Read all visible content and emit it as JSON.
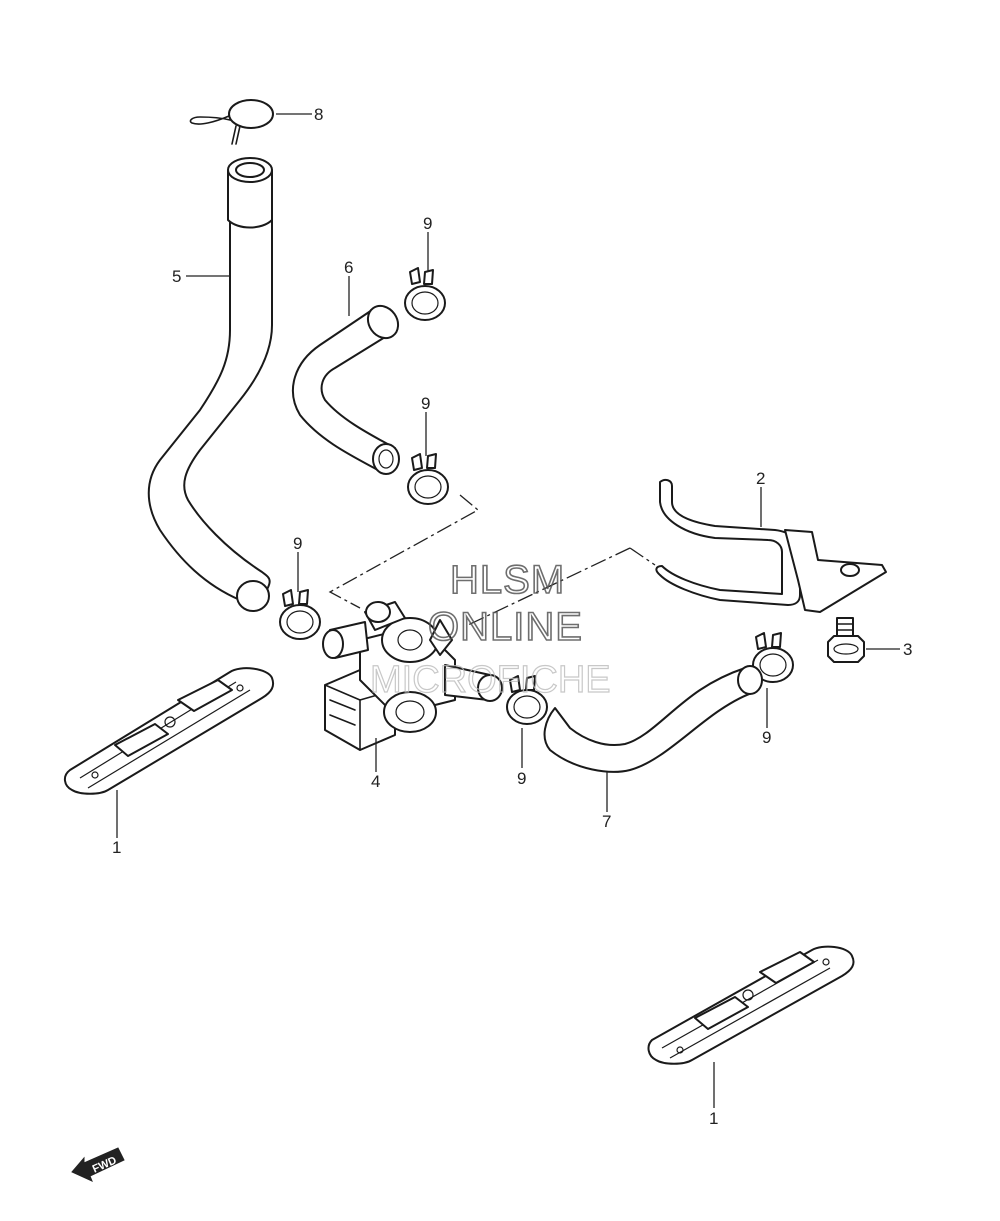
{
  "diagram": {
    "callouts": {
      "c1a": "1",
      "c1b": "1",
      "c2": "2",
      "c3": "3",
      "c4": "4",
      "c5": "5",
      "c6": "6",
      "c7": "7",
      "c8": "8",
      "c9a": "9",
      "c9b": "9",
      "c9c": "9",
      "c9d": "9",
      "c9e": "9"
    },
    "watermark": {
      "line1": "HLSM",
      "line2": "ONLINE",
      "line3": "MICROFICHE"
    },
    "fwd_label": "FWD"
  }
}
